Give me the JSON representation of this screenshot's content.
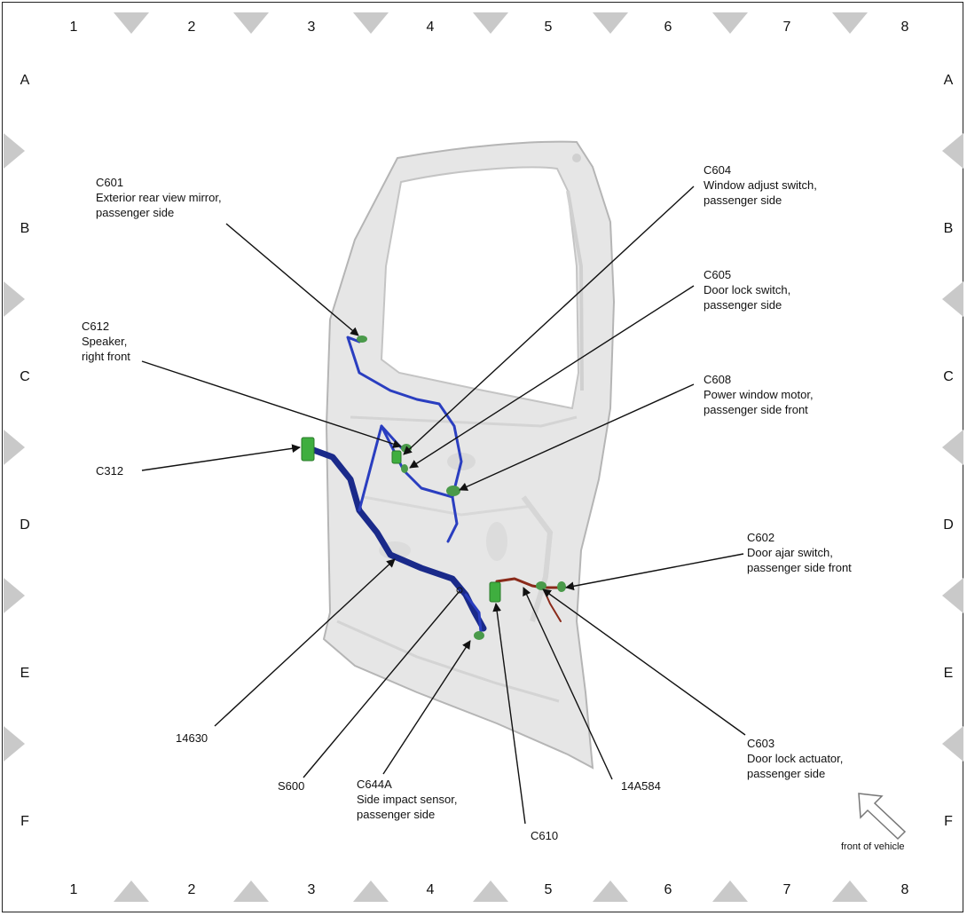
{
  "grid": {
    "columns": [
      "1",
      "2",
      "3",
      "4",
      "5",
      "6",
      "7",
      "8"
    ],
    "rows": [
      "A",
      "B",
      "C",
      "D",
      "E",
      "F"
    ]
  },
  "callouts": {
    "c601": {
      "id": "C601",
      "desc1": "Exterior rear view mirror,",
      "desc2": "passenger side"
    },
    "c604": {
      "id": "C604",
      "desc1": "Window adjust switch,",
      "desc2": "passenger side"
    },
    "c605": {
      "id": "C605",
      "desc1": "Door lock switch,",
      "desc2": "passenger side"
    },
    "c612": {
      "id": "C612",
      "desc1": "Speaker,",
      "desc2": "right front"
    },
    "c608": {
      "id": "C608",
      "desc1": "Power window motor,",
      "desc2": "passenger side front"
    },
    "c312": {
      "id": "C312"
    },
    "c602": {
      "id": "C602",
      "desc1": "Door ajar switch,",
      "desc2": "passenger side front"
    },
    "h14630": {
      "id": "14630"
    },
    "s600": {
      "id": "S600"
    },
    "c644a": {
      "id": "C644A",
      "desc1": "Side impact sensor,",
      "desc2": "passenger side"
    },
    "c610": {
      "id": "C610"
    },
    "h14a584": {
      "id": "14A584"
    },
    "c603": {
      "id": "C603",
      "desc1": "Door lock actuator,",
      "desc2": "passenger side"
    }
  },
  "orientation": {
    "label": "front of vehicle"
  },
  "colors": {
    "harness_main": "#1a2a8a",
    "harness_light": "#2a3ec0",
    "harness_red": "#8a2a1a",
    "connector_green": "#3fae3f",
    "door_panel": "#e6e6e6",
    "door_edge": "#b5b5b5"
  }
}
